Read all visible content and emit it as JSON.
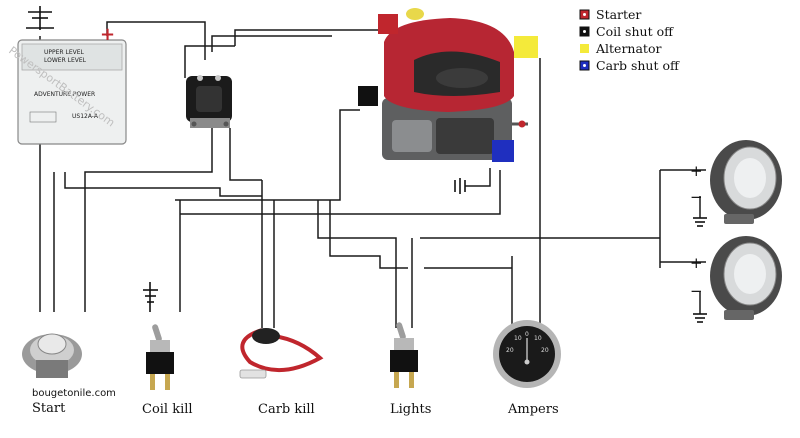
{
  "legend": {
    "items": [
      {
        "label": "Starter",
        "color": "#c0262d"
      },
      {
        "label": "Coil shut off",
        "color": "#111111"
      },
      {
        "label": "Alternator",
        "color": "#f4ea3a"
      },
      {
        "label": "Carb shut off",
        "color": "#1f2fbf"
      }
    ]
  },
  "labels": {
    "start": "Start",
    "coil_kill": "Coil kill",
    "carb_kill": "Carb kill",
    "lights": "Lights",
    "ampers": "Ampers"
  },
  "battery": {
    "plus": "+",
    "brand": "ADVENTURE POWER",
    "model": "US12A-A",
    "cap_text": "UPPER LEVEL",
    "cap_text2": "LOWER LEVEL"
  },
  "watermark": "PowersportBattery.com",
  "site_credit": "bougetonile.com",
  "lamp_top": {
    "plus": "+",
    "minus": "−"
  },
  "lamp_bottom": {
    "plus": "+",
    "minus": "−"
  },
  "gauge": {
    "ticks": [
      "20",
      "10",
      "0",
      "10",
      "20"
    ]
  },
  "colors": {
    "starter": "#c0262d",
    "coil": "#111111",
    "alternator": "#f4ea3a",
    "carb": "#1f2fbf"
  }
}
